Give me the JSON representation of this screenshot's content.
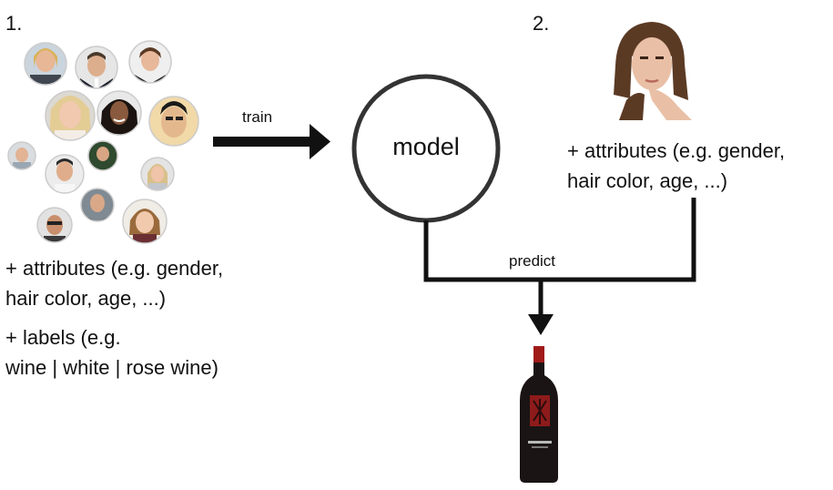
{
  "steps": {
    "first": "1.",
    "second": "2."
  },
  "train_label": "train",
  "model_label": "model",
  "predict_label": "predict",
  "training_attributes": {
    "line1": "+ attributes (e.g. gender,",
    "line2": "hair color, age, ...)"
  },
  "training_labels": {
    "line1": "+ labels (e.g.",
    "line2": "wine | white | rose wine)"
  },
  "query_attributes": {
    "line1": "+ attributes (e.g. gender,",
    "line2": "hair color, age, ...)"
  },
  "colors": {
    "stroke": "#111111",
    "bottle": "#1a1414",
    "bottle_label": "#8e1b1b"
  }
}
